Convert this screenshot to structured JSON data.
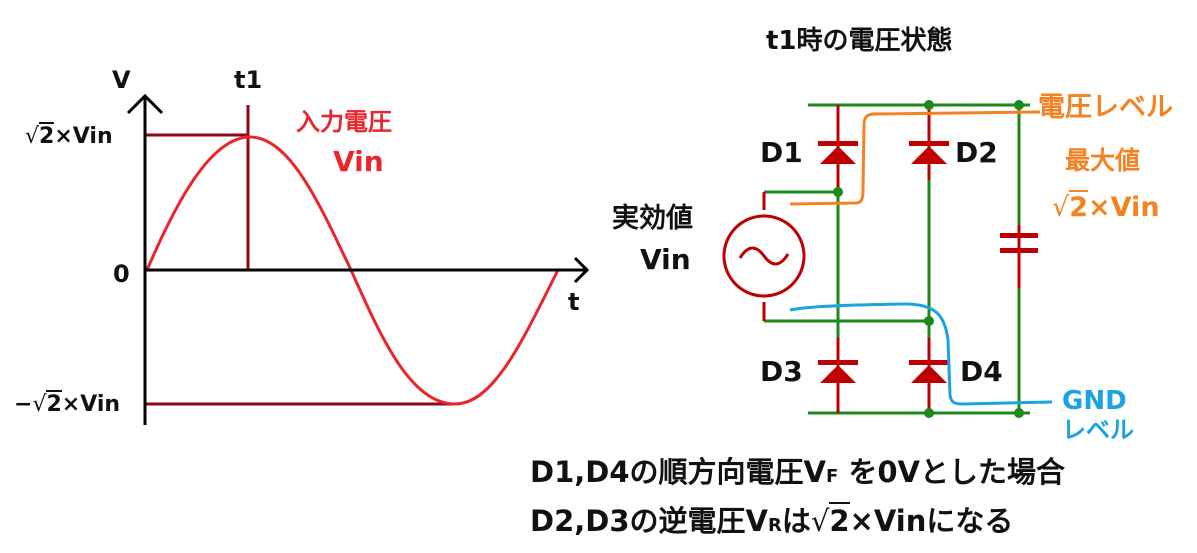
{
  "waveform": {
    "axis_v_label": "V",
    "axis_t_label": "t",
    "marker_label": "t1",
    "y_pos_label": {
      "minus": "",
      "root": "2",
      "rest": "×Vin"
    },
    "y_zero_label": "0",
    "y_neg_label": {
      "minus": "−",
      "root": "2",
      "rest": "×Vin"
    },
    "curve_title_line1": "入力電圧",
    "curve_title_line2": "Vin"
  },
  "circuit": {
    "title": "t1時の電圧状態",
    "source_label_line1": "実効値",
    "source_label_line2": "Vin",
    "diodes": [
      "D1",
      "D2",
      "D3",
      "D4"
    ],
    "voltage_level_label": "電圧レベル",
    "max_label": "最大値",
    "max_value": {
      "root": "2",
      "rest": "×Vin"
    },
    "gnd_label_line1": "GND",
    "gnd_label_line2": "レベル"
  },
  "notes": {
    "line1_a": "D1,D4の順方向電圧",
    "line1_v": "V",
    "line1_sub": "F",
    "line1_b": "を0Vとした場合",
    "line2_a": "D2,D3の逆電圧",
    "line2_v": "V",
    "line2_sub": "R",
    "line2_b": "は",
    "line2_root": "2",
    "line2_c": "×Vinになる"
  },
  "colors": {
    "axis": "#000000",
    "marker": "#8b0a1a",
    "curve": "#e8262b",
    "wire": "#1a8a1a",
    "component": "#c00000",
    "voltage_level": "#f58220",
    "gnd_level": "#1aa3e0"
  },
  "chart_data": {
    "type": "line",
    "title": "入力電圧 Vin",
    "xlabel": "t",
    "ylabel": "V",
    "y_ticks": [
      "√2×Vin",
      "0",
      "−√2×Vin"
    ],
    "annotations": [
      "t1 at peak (√2×Vin)"
    ],
    "series": [
      {
        "name": "Vin (sine)",
        "x_phase_deg": [
          0,
          90,
          180,
          270,
          360
        ],
        "values": [
          0,
          1.414,
          0,
          -1.414,
          0
        ]
      }
    ],
    "grid": false
  }
}
